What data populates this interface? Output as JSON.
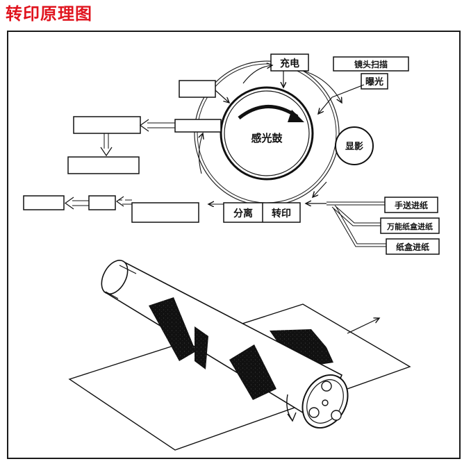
{
  "page": {
    "title": "转印原理图",
    "title_color": "#e0141e",
    "frame_color": "#1a1a1a"
  },
  "diagram": {
    "drum_label": "感光鼓",
    "charge_label": "充电",
    "lens_scan_label": "镜头扫描",
    "exposure_label": "曝光",
    "develop_label": "显影",
    "separate_label": "分离",
    "transfer_label": "转印",
    "feed_sources": [
      "手送进纸",
      "万能纸盒进纸",
      "纸盒进纸"
    ]
  }
}
